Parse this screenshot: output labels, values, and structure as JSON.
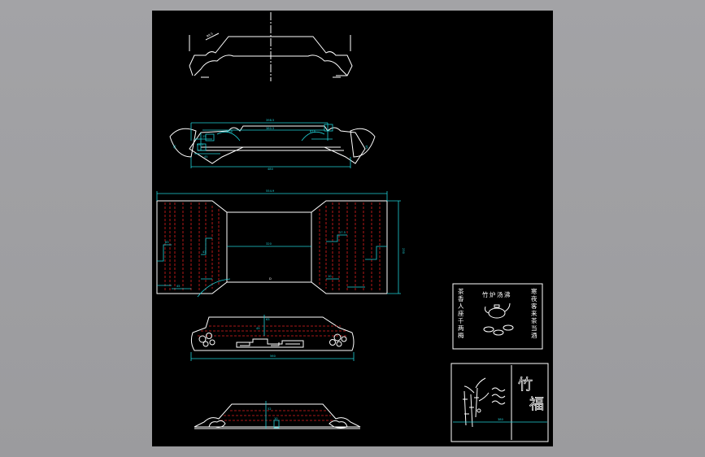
{
  "colors": {
    "viewer_bg": "#a0a0a3",
    "sheet_bg": "#000000",
    "outline": "#ffffff",
    "dimension": "#1fd0d6",
    "hidden_line": "#e02020"
  },
  "dims": {
    "top_view_chamfer": "R9.5",
    "front_overall_a": "398.5",
    "front_overall_b": "380.5",
    "front_r1": "R20",
    "front_r2": "R15",
    "front_w1": "45",
    "front_w2": "25",
    "front_h": "93.5",
    "front_base": "480",
    "plan_overall": "554.9",
    "plan_height": "230",
    "plan_mid": "320",
    "plan_d1": "83",
    "plan_d2": "43",
    "plan_d3": "45",
    "plan_d4": "10",
    "plan_d5": "17.5",
    "plan_center": "D",
    "side_h1": "63",
    "side_h2": "45",
    "side_base": "560",
    "lower_h1": "52",
    "lower_h2": "10"
  },
  "stamp_plate": {
    "left_chars": [
      "茶",
      "香",
      "人",
      "座",
      "千",
      "两",
      "梅"
    ],
    "right_chars": [
      "寒",
      "夜",
      "客",
      "来",
      "茶",
      "当",
      "酒"
    ],
    "top_chars": [
      "竹",
      "炉",
      "汤",
      "沸"
    ]
  },
  "bamboo_plate": {
    "title_chars": [
      "竹",
      "福"
    ],
    "dim": "380"
  },
  "icons": {
    "teapot": "teapot-icon",
    "bamboo": "bamboo-icon",
    "cloud": "cloud-ornament-icon"
  }
}
